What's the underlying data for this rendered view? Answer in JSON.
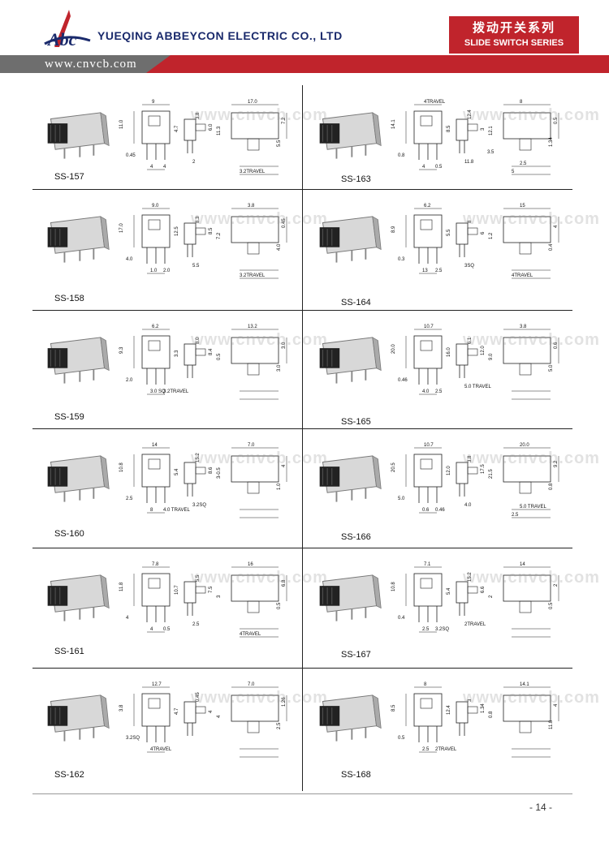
{
  "header": {
    "company": "YUEQING ABBEYCON ELECTRIC CO., LTD",
    "logo_text": "Abc",
    "series_cn": "拨动开关系列",
    "series_en": "SLIDE SWITCH SERIES",
    "website": "www.cnvcb.com"
  },
  "watermark": "www.cnvcb.com",
  "colors": {
    "brand_red": "#c0242c",
    "brand_blue": "#1a2a6c",
    "grey_bar": "#6e6e6e"
  },
  "products": [
    {
      "model": "SS-157",
      "dims": [
        "9",
        "17.0",
        "11.0",
        "4.7",
        "3.8",
        "6.0",
        "11.3",
        "7.2",
        "5.5",
        "0.45",
        "4",
        "4",
        "2",
        "3.2TRAVEL"
      ]
    },
    {
      "model": "SS-163",
      "dims": [
        "4TRAVEL",
        "8",
        "14.1",
        "8.5",
        "12.4",
        "3",
        "12.1",
        "0.5",
        "1.34",
        "0.8",
        "4",
        "0.5",
        "11.8",
        "5",
        "2.5",
        "3.5"
      ]
    },
    {
      "model": "SS-158",
      "dims": [
        "9.0",
        "3.8",
        "17.0",
        "12.5",
        "8.3",
        "8.5",
        "7.2",
        "0.45",
        "4.0",
        "4.0",
        "1.0",
        "2.0",
        "5.5",
        "3.2TRAVEL"
      ]
    },
    {
      "model": "SS-164",
      "dims": [
        "6.2",
        "15",
        "8.9",
        "5.5",
        "8",
        "6",
        "1.2",
        "4",
        "0.4",
        "0.3",
        "13",
        "2.5",
        "3SQ",
        "4TRAVEL"
      ]
    },
    {
      "model": "SS-159",
      "dims": [
        "6.2",
        "13.2",
        "9.3",
        "3.3",
        "8.0",
        "8.4",
        "0.5",
        "3.0",
        "3.0",
        "2.0",
        "3.0 SQ",
        "3.2TRAVEL"
      ]
    },
    {
      "model": "SS-165",
      "dims": [
        "10.7",
        "3.8",
        "20.0",
        "16.0",
        "6.1",
        "12.0",
        "9.0",
        "0.6",
        "5.0",
        "0.46",
        "4.0",
        "2.5",
        "5.0 TRAVEL"
      ]
    },
    {
      "model": "SS-160",
      "dims": [
        "14",
        "7.0",
        "10.8",
        "5.4",
        "15.2",
        "8.6",
        "3-0.5",
        "4",
        "1.0",
        "2.5",
        "8",
        "4.0 TRAVEL",
        "3.2SQ"
      ]
    },
    {
      "model": "SS-166",
      "dims": [
        "10.7",
        "20.0",
        "20.5",
        "12.0",
        "3.8",
        "17.5",
        "21.5",
        "9.2",
        "0.8",
        "5.0",
        "0.6",
        "0.46",
        "4.0",
        "2.5",
        "5.0 TRAVEL"
      ]
    },
    {
      "model": "SS-161",
      "dims": [
        "7.8",
        "16",
        "11.8",
        "10.7",
        "5.5",
        "7.5",
        "3",
        "6.8",
        "0.5",
        "4",
        "4",
        "0.5",
        "2.5",
        "4TRAVEL"
      ]
    },
    {
      "model": "SS-167",
      "dims": [
        "7.1",
        "14",
        "10.8",
        "5.4",
        "15.2",
        "6.6",
        "2",
        "2",
        "0.5",
        "0.4",
        "2.5",
        "3.2SQ",
        "2TRAVEL"
      ]
    },
    {
      "model": "SS-162",
      "dims": [
        "12.7",
        "7.0",
        "3.8",
        "4.7",
        "0.45",
        "4",
        "4",
        "1.26",
        "2.5",
        "3.2SQ",
        "4TRAVEL"
      ]
    },
    {
      "model": "SS-168",
      "dims": [
        "8",
        "14.1",
        "8.5",
        "12.4",
        "3",
        "1.34",
        "0.8",
        "4",
        "11.8",
        "0.5",
        "2.5",
        "2TRAVEL"
      ]
    }
  ],
  "page_number": "- 14 -"
}
